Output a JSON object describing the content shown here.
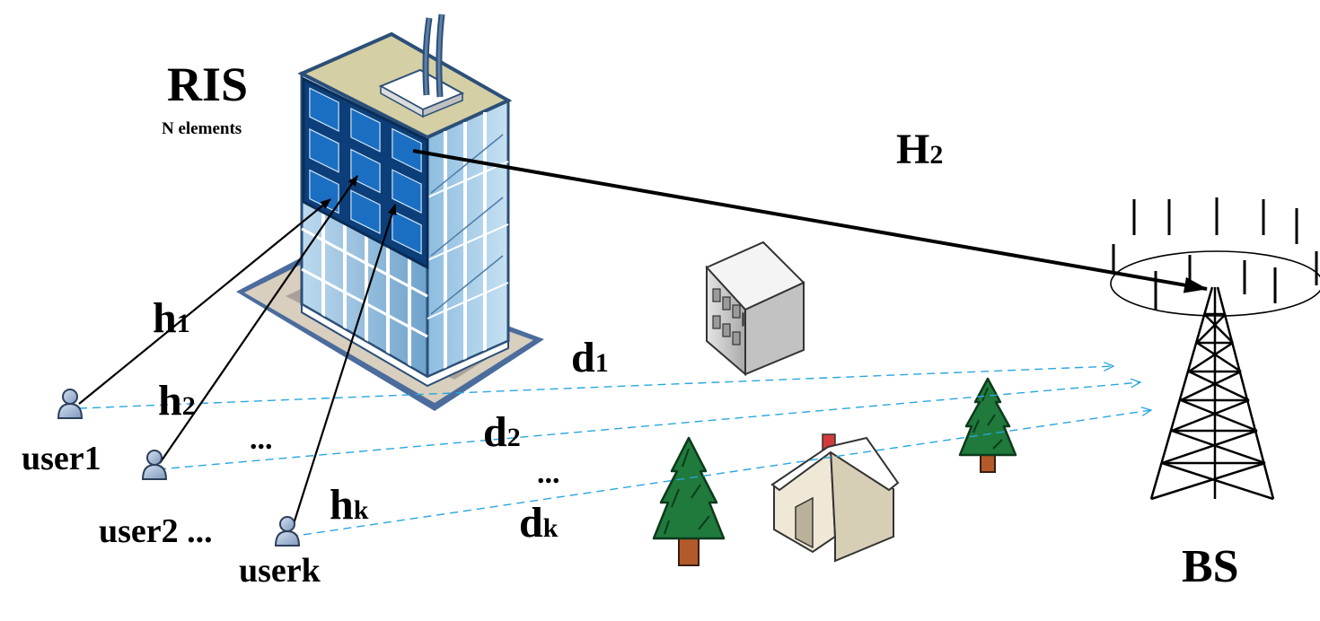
{
  "ris": {
    "title": "RIS",
    "subtitle": "N elements"
  },
  "channels": {
    "H2": {
      "main": "H",
      "sub": "2"
    },
    "h1": {
      "main": "h",
      "sub": "1"
    },
    "h2": {
      "main": "h",
      "sub": "2"
    },
    "hk": {
      "main": "h",
      "sub": "k"
    },
    "h_ellipsis": "...",
    "d1": {
      "main": "d",
      "sub": "1"
    },
    "d2": {
      "main": "d",
      "sub": "2"
    },
    "dk": {
      "main": "d",
      "sub": "k"
    },
    "d_ellipsis": "..."
  },
  "users": {
    "user1": "user1",
    "user2": "user2 ...",
    "userk": "userk"
  },
  "bs": {
    "label": "BS"
  },
  "colors": {
    "direct_link": "#2aa6dd",
    "reflect_link": "#000000",
    "building_glass": "#7fb4d8",
    "ris_panel": "#1b6fc2",
    "tree": "#1f7a3c",
    "user": "#9fb6d6"
  },
  "icons": [
    "building-icon",
    "office-icon",
    "house-icon",
    "tree-icon",
    "user-icon",
    "tower-icon"
  ]
}
